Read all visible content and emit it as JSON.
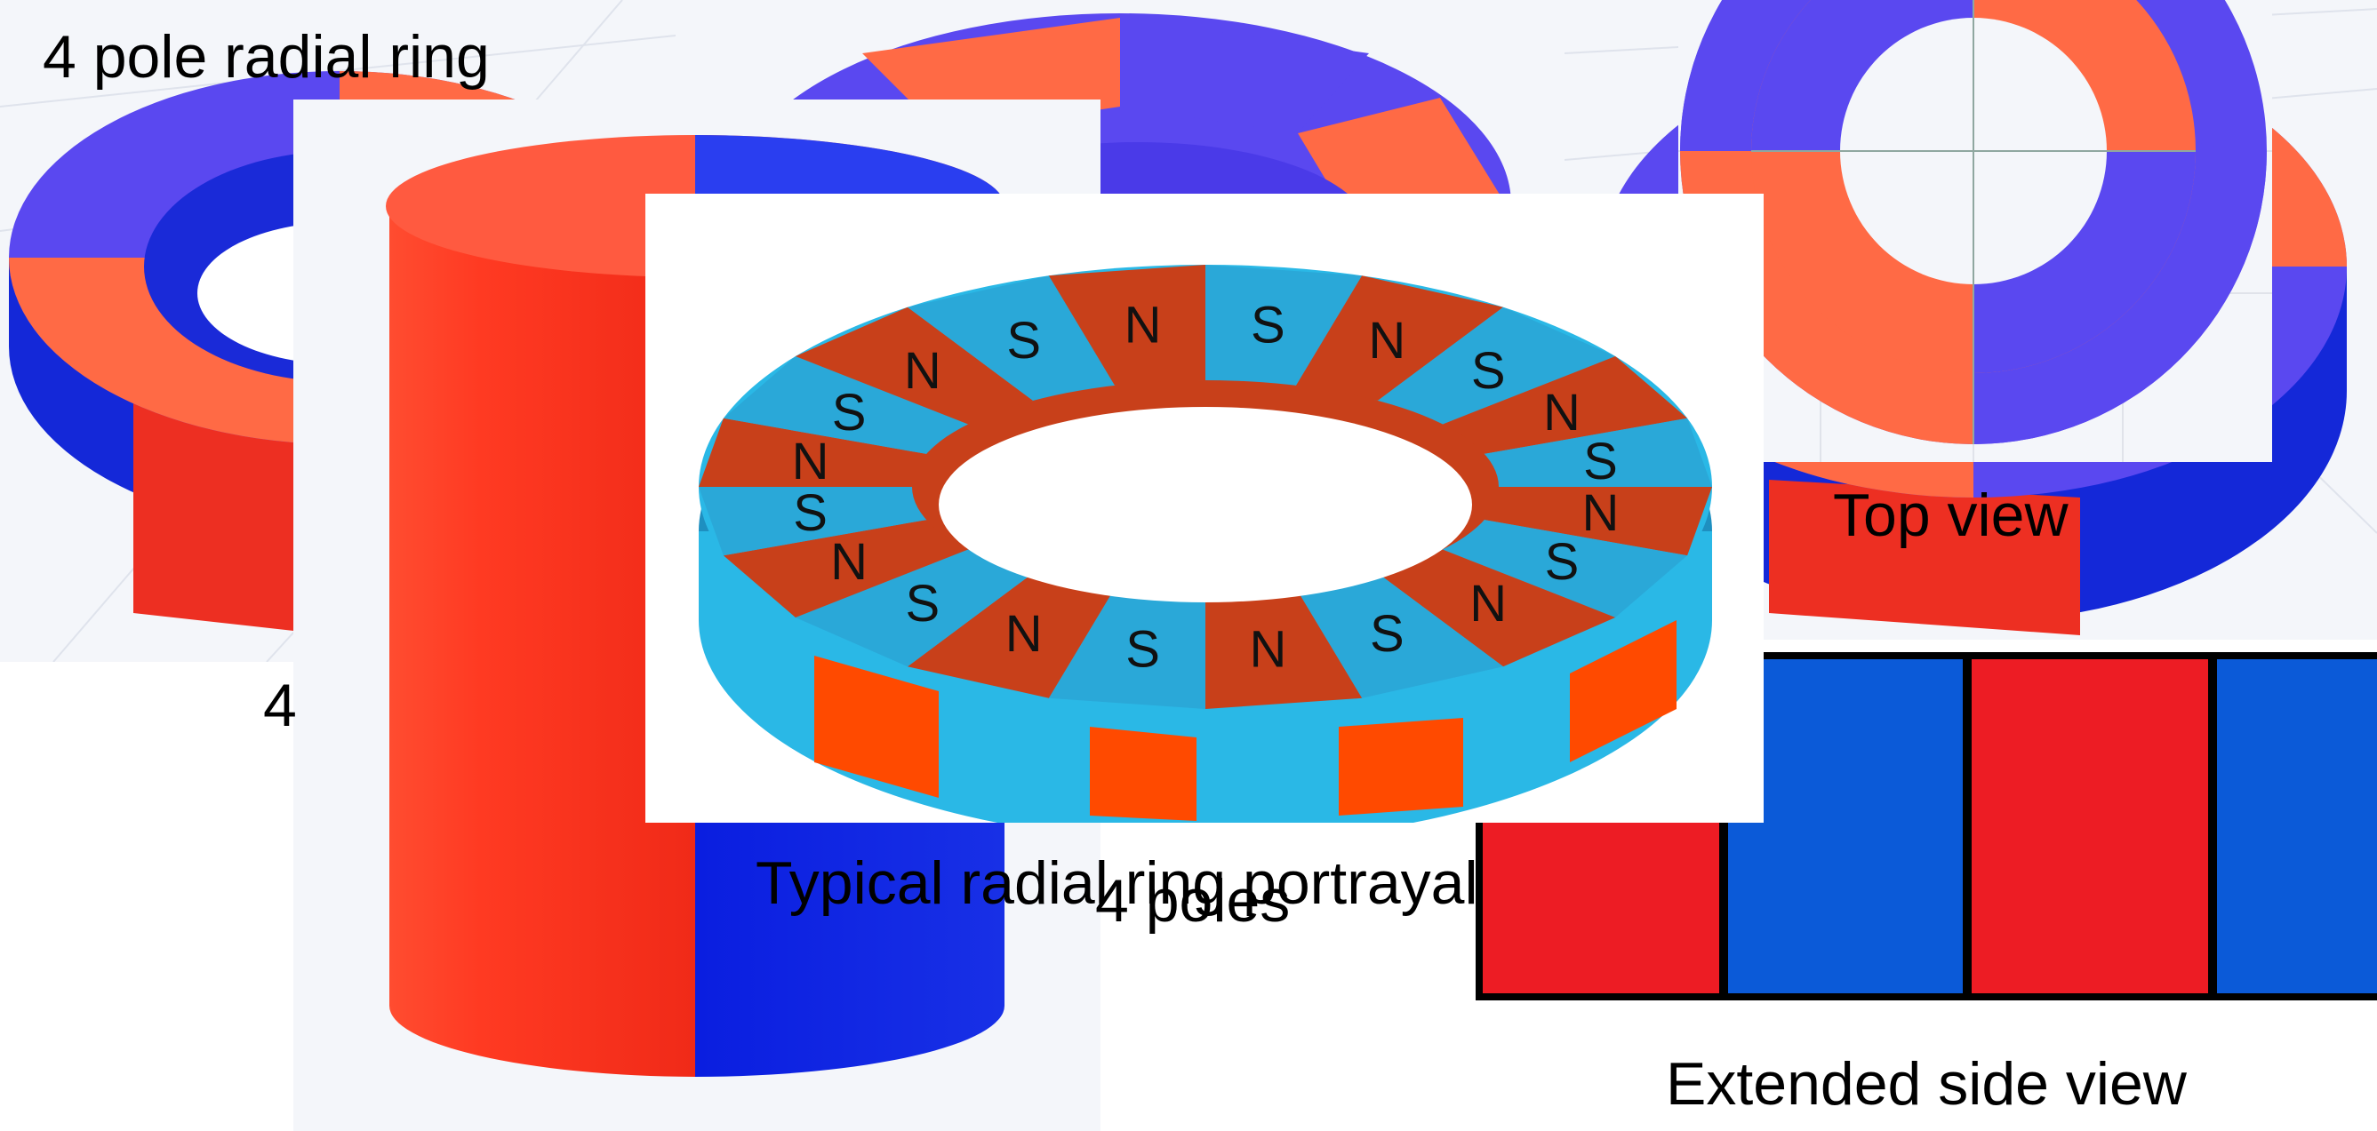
{
  "labels": {
    "ring_title": "4 pole radial ring",
    "hidden_label_fragment": "4",
    "poles": "4 poles",
    "typical": "Typical radial ring portrayal",
    "top_view": "Top view",
    "extended": "Extended side view"
  },
  "ring_pole_letters": [
    "N",
    "S",
    "N",
    "S",
    "N",
    "S",
    "N",
    "S",
    "N",
    "S",
    "N",
    "S",
    "N",
    "S",
    "N",
    "S",
    "N",
    "S",
    "N",
    "S"
  ],
  "colors": {
    "north_red": "#ff6a45",
    "south_blue": "#5a48f0",
    "deep_red": "#ed2f22",
    "deep_blue": "#1428d8",
    "cyan": "#2ab8e6",
    "rust": "#d34212",
    "grid": "#f4f6fa"
  }
}
